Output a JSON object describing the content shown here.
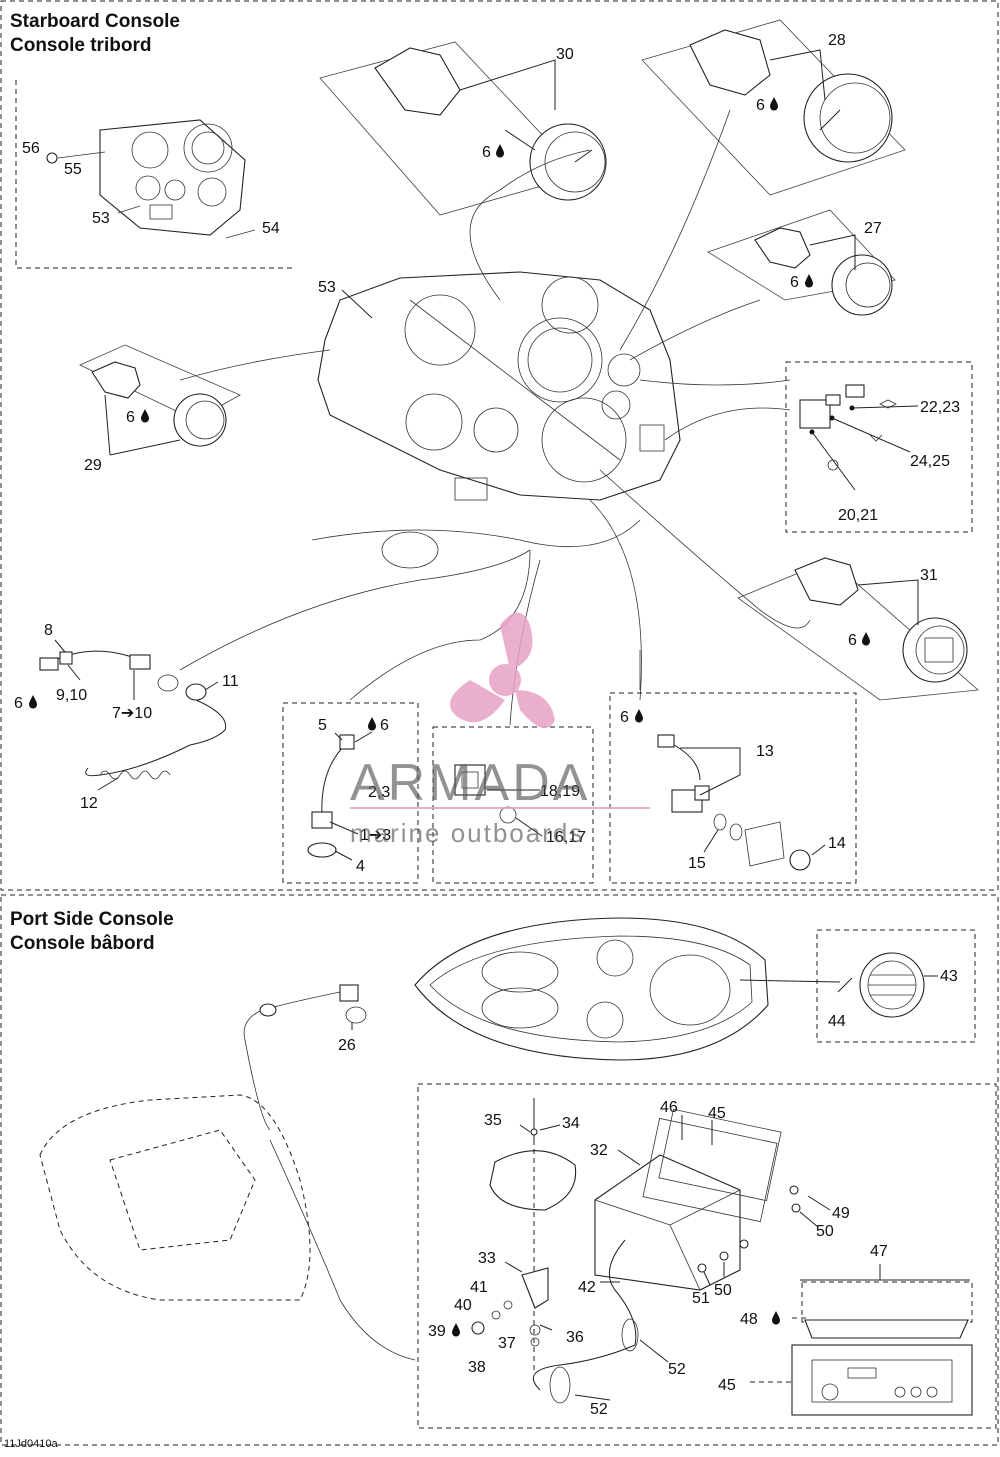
{
  "sections": {
    "starboard": {
      "title_en": "Starboard Console",
      "title_fr": "Console tribord"
    },
    "port": {
      "title_en": "Port Side Console",
      "title_fr": "Console bâbord"
    }
  },
  "callouts": {
    "c30": "30",
    "c28": "28",
    "c27": "27",
    "c29": "29",
    "c31": "31",
    "c53a": "53",
    "c53b": "53",
    "c56": "56",
    "c55": "55",
    "c54": "54",
    "c2223": "22,23",
    "c2425": "24,25",
    "c2021": "20,21",
    "c8": "8",
    "c910": "9,10",
    "c7to10": "7➔10",
    "c11": "11",
    "c12": "12",
    "c5": "5",
    "c23": "2,3",
    "c1to3": "1➔3",
    "c4": "4",
    "c1819": "18,19",
    "c1617": "16,17",
    "c13": "13",
    "c14": "14",
    "c15": "15",
    "c26": "26",
    "c43": "43",
    "c44": "44",
    "c34": "34",
    "c35": "35",
    "c46": "46",
    "c45a": "45",
    "c32": "32",
    "c49": "49",
    "c50a": "50",
    "c50b": "50",
    "c51": "51",
    "c47": "47",
    "c33": "33",
    "c41": "41",
    "c42": "42",
    "c40": "40",
    "c36": "36",
    "c37": "37",
    "c38": "38",
    "c52a": "52",
    "c52b": "52",
    "c45b": "45"
  },
  "lube_callouts": {
    "l30": "6",
    "l28": "6",
    "l27": "6",
    "l29": "6",
    "l31": "6",
    "l8": "6",
    "l5": "6",
    "l13": "6",
    "l39": "39",
    "l48": "48"
  },
  "drawing_code": "11Jd0410a",
  "watermark": {
    "brand": "ARMADA",
    "sub": "marine outboards",
    "color": "#e8a2c6"
  },
  "icons": {
    "lube": "oil-drop-icon"
  }
}
